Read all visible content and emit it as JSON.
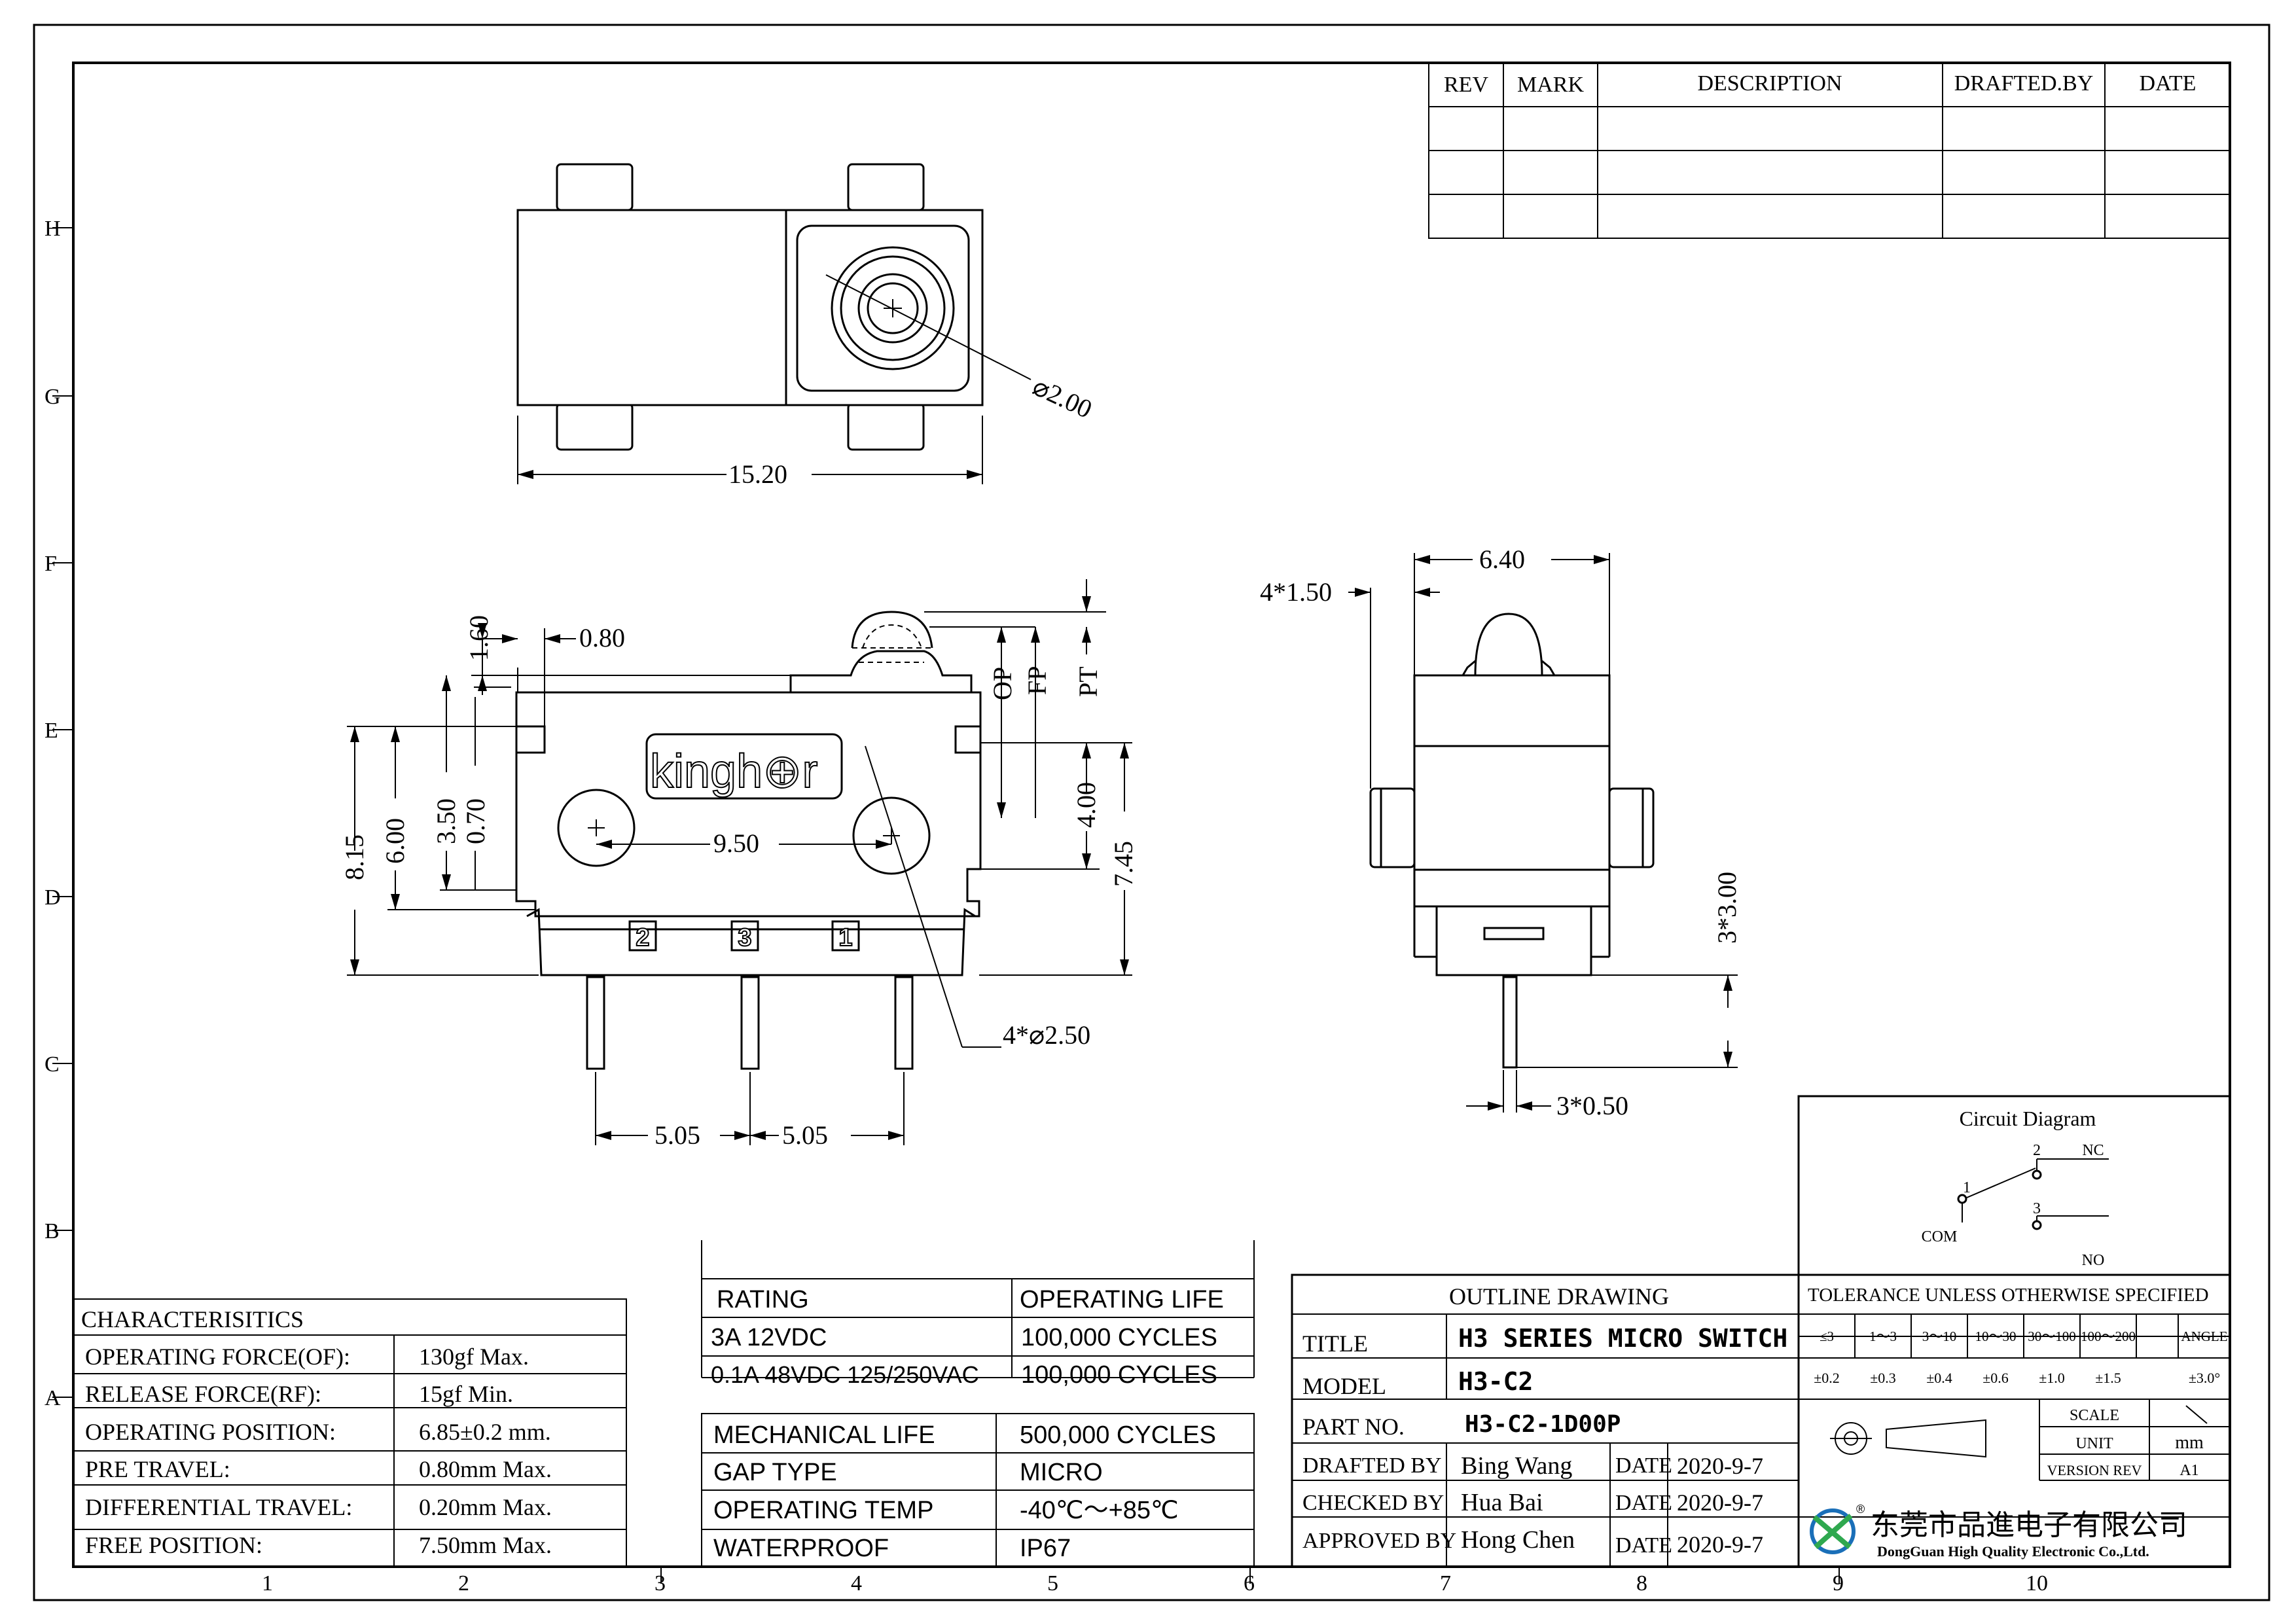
{
  "frame": {
    "rows": [
      "H",
      "G",
      "F",
      "E",
      "D",
      "C",
      "B",
      "A"
    ],
    "cols": [
      "1",
      "2",
      "3",
      "4",
      "5",
      "6",
      "7",
      "8",
      "9",
      "10"
    ]
  },
  "revision": {
    "headers": [
      "REV",
      "MARK",
      "DESCRIPTION",
      "DRAFTED.BY",
      "DATE"
    ]
  },
  "top_view": {
    "dim_width": "15.20",
    "dim_dia": "⌀2.00"
  },
  "front_view": {
    "brand": "kingh⊕r",
    "terminals": [
      "2",
      "3",
      "1"
    ],
    "dims": {
      "d160": "1.60",
      "d080": "0.80",
      "d815": "8.15",
      "d600": "6.00",
      "d350": "3.50",
      "d070": "0.70",
      "d950": "9.50",
      "d400": "4.00",
      "d745": "7.45",
      "op": "OP",
      "fp": "FP",
      "pt": "PT",
      "holes": "4*⌀2.50",
      "p1": "5.05",
      "p2": "5.05"
    }
  },
  "side_view": {
    "d640": "6.40",
    "d150": "4*1.50",
    "d300": "3*3.00",
    "d050": "3*0.50"
  },
  "circuit": {
    "title": "Circuit Diagram",
    "n2": "2",
    "nc": "NC",
    "n1": "1",
    "com": "COM",
    "n3": "3",
    "no": "NO"
  },
  "characteristics": {
    "title": "CHARACTERISITICS",
    "rows": [
      {
        "label": "OPERATING FORCE(OF):",
        "value": "130gf Max."
      },
      {
        "label": "RELEASE FORCE(RF):",
        "value": "15gf Min."
      },
      {
        "label": "OPERATING POSITION:",
        "value": "6.85±0.2 mm."
      },
      {
        "label": "PRE TRAVEL:",
        "value": "0.80mm Max."
      },
      {
        "label": "DIFFERENTIAL TRAVEL:",
        "value": "0.20mm Max."
      },
      {
        "label": "FREE POSITION:",
        "value": "7.50mm Max."
      }
    ]
  },
  "rating": {
    "headers": [
      "RATING",
      "OPERATING LIFE"
    ],
    "rows": [
      [
        "3A 12VDC",
        "100,000 CYCLES"
      ],
      [
        "0.1A 48VDC 125/250VAC",
        "100,000 CYCLES"
      ]
    ]
  },
  "specs": {
    "rows": [
      [
        "MECHANICAL LIFE",
        "500,000 CYCLES"
      ],
      [
        "GAP TYPE",
        "MICRO"
      ],
      [
        "OPERATING TEMP",
        "-40℃～+85℃"
      ],
      [
        "WATERPROOF",
        "IP67"
      ]
    ]
  },
  "title_block": {
    "outline": "OUTLINE DRAWING",
    "title_label": "TITLE",
    "title_value": "H3 SERIES MICRO SWITCH",
    "model_label": "MODEL",
    "model_value": "H3-C2",
    "part_label": "PART NO.",
    "part_value": "H3-C2-1D00P",
    "people": [
      {
        "role": "DRAFTED BY",
        "name": "Bing Wang",
        "date_label": "DATE",
        "date": "2020-9-7"
      },
      {
        "role": "CHECKED BY",
        "name": "Hua Bai",
        "date_label": "DATE",
        "date": "2020-9-7"
      },
      {
        "role": "APPROVED BY",
        "name": "Hong Chen",
        "date_label": "DATE",
        "date": "2020-9-7"
      }
    ],
    "tolerance_title": "TOLERANCE UNLESS OTHERWISE SPECIFIED",
    "tol_ranges": [
      "≤3",
      "1～3",
      "3～10",
      "10～30",
      "30～100",
      "100～200",
      "ANGLE"
    ],
    "tol_values": [
      "±0.2",
      "±0.3",
      "±0.4",
      "±0.6",
      "±1.0",
      "±1.5",
      "±3.0°"
    ],
    "scale_label": "SCALE",
    "unit_label": "UNIT",
    "unit_value": "mm",
    "version_label": "VERSION REV",
    "version_value": "A1",
    "company_cn": "东莞市品進电子有限公司",
    "company_en": "DongGuan High Quality Electronic Co.,Ltd.",
    "registered": "®"
  }
}
